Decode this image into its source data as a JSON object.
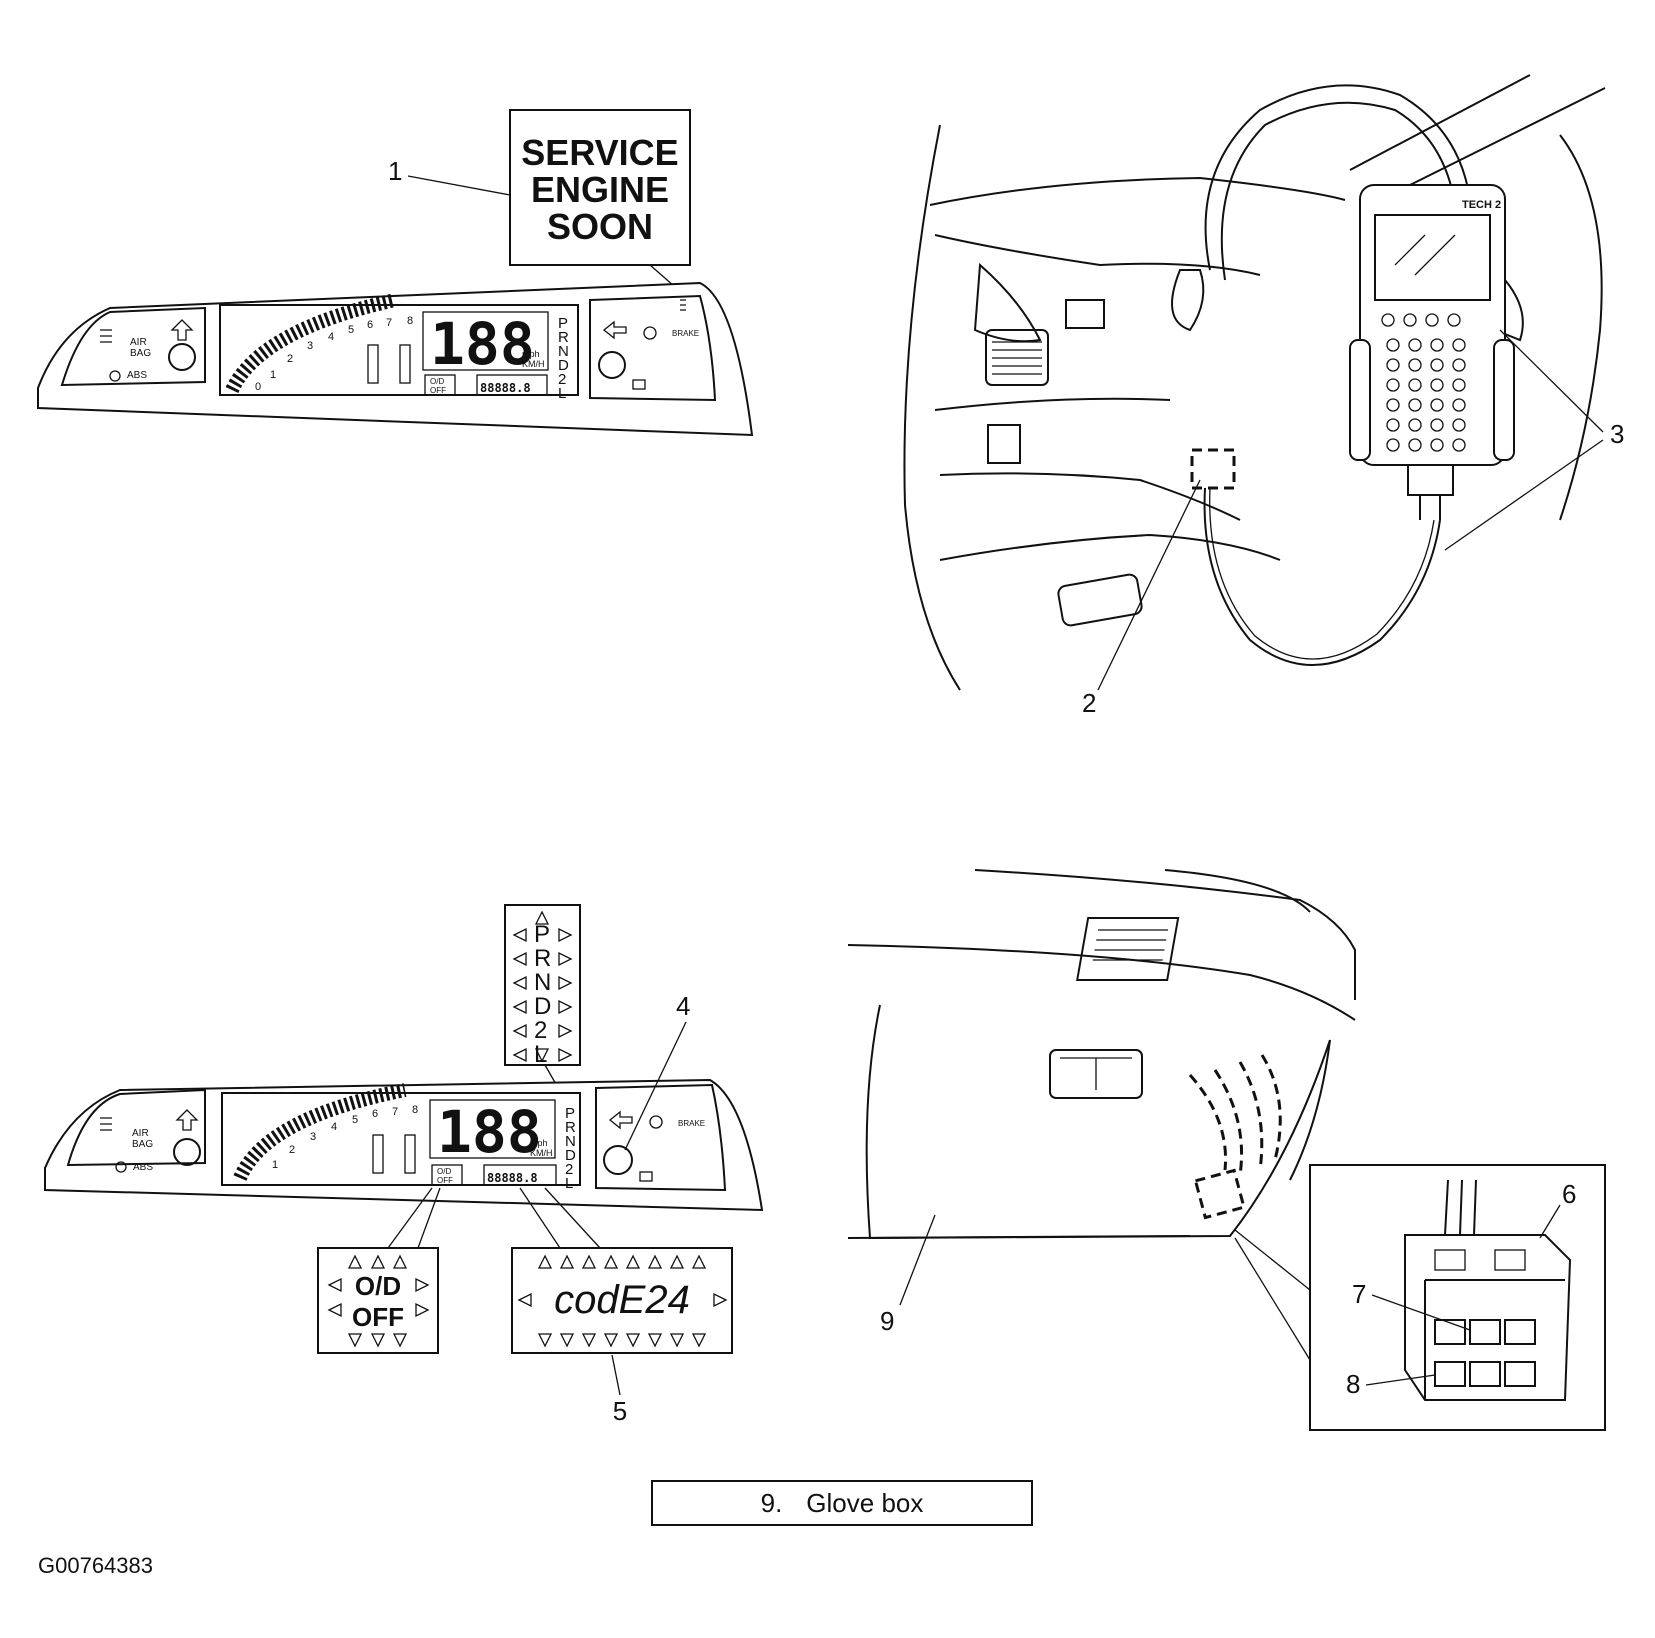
{
  "callouts": {
    "c1": "1",
    "c2": "2",
    "c3": "3",
    "c4": "4",
    "c5": "5",
    "c6": "6",
    "c7": "7",
    "c8": "8",
    "c9": "9"
  },
  "warning_label": [
    "SERVICE",
    "ENGINE",
    "SOON"
  ],
  "cluster": {
    "speed_digits": "188",
    "speed_units_1": "mph",
    "speed_units_2": "KM/H",
    "gears": [
      "P",
      "R",
      "N",
      "D",
      "2",
      "L"
    ],
    "tach_numbers": [
      "0",
      "1",
      "2",
      "3",
      "4",
      "5",
      "6",
      "7",
      "8"
    ],
    "od_off_1": "O/D",
    "od_off_2": "OFF",
    "odometer": "88888.8",
    "airbag_1": "AIR",
    "airbag_2": "BAG",
    "abs": "ABS",
    "brake": "BRAKE"
  },
  "scan_tool_name": "TECH 2",
  "od_off_detail": [
    "O/D",
    "OFF"
  ],
  "code_display": "codE24",
  "gear_detail": [
    "P",
    "R",
    "N",
    "D",
    "2",
    "L"
  ],
  "legend": {
    "number": "9.",
    "label": "Glove box"
  },
  "figure_id": "G00764383"
}
